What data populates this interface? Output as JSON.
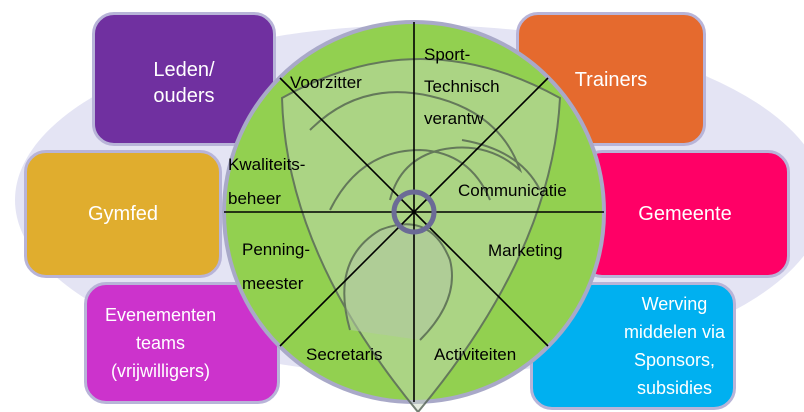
{
  "outer_boxes": {
    "leden": {
      "label": "Leden/\nouders",
      "color": "#7030a0"
    },
    "trainers": {
      "label": "Trainers",
      "color": "#e56a2e"
    },
    "gymfed": {
      "label": "Gymfed",
      "color": "#e0ad2e"
    },
    "gemeente": {
      "label": "Gemeente",
      "color": "#ff0066"
    },
    "evenementen": {
      "label": "Evenementen\nteams\n(vrijwilligers)",
      "color": "#cc33cc"
    },
    "werving": {
      "label": "Werving\nmiddelen via\nSponsors,\nsubsidies",
      "color": "#00b0f0"
    }
  },
  "wheel": {
    "fill": "#92d050",
    "segments": {
      "voorzitter": "Voorzitter",
      "sport_1": "Sport-",
      "sport_2": "Technisch",
      "sport_3": "verantw",
      "kwaliteit_1": "Kwaliteits-",
      "kwaliteit_2": "beheer",
      "communicatie": "Communicatie",
      "penning_1": "Penning-",
      "penning_2": "meester",
      "marketing": "Marketing",
      "secretaris": "Secretaris",
      "activiteiten": "Activiteiten"
    }
  }
}
